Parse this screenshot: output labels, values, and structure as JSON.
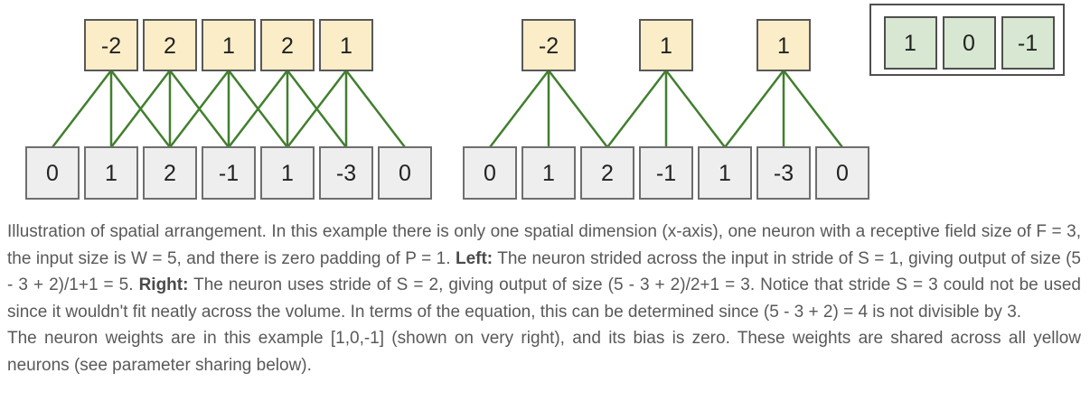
{
  "figure": {
    "stride1": {
      "outputs": [
        "-2",
        "2",
        "1",
        "2",
        "1"
      ],
      "inputs": [
        "0",
        "1",
        "2",
        "-1",
        "1",
        "-3",
        "0"
      ]
    },
    "stride2": {
      "outputs": [
        "-2",
        "1",
        "1"
      ],
      "inputs": [
        "0",
        "1",
        "2",
        "-1",
        "1",
        "-3",
        "0"
      ]
    },
    "weights": [
      "1",
      "0",
      "-1"
    ]
  },
  "caption": {
    "p1_intro": "Illustration of spatial arrangement. In this example there is only one spatial dimension (x-axis), one neuron with a receptive field size of F = 3, the input size is W = 5, and there is zero padding of P = 1. ",
    "left_label": "Left:",
    "p1_left": " The neuron strided across the input in stride of S = 1, giving output of size (5 - 3 + 2)/1+1 = 5. ",
    "right_label": "Right:",
    "p1_right": " The neuron uses stride of S = 2, giving output of size (5 - 3 + 2)/2+1 = 3. Notice that stride S = 3 could not be used since it wouldn't fit neatly across the volume. In terms of the equation, this can be determined since (5 - 3 + 2) = 4 is not divisible by 3.",
    "p2": "The neuron weights are in this example [1,0,-1] (shown on very right), and its bias is zero. These weights are shared across all yellow neurons (see parameter sharing below)."
  },
  "colors": {
    "neuron_fill": "#fbedc7",
    "input_fill": "#eeeeee",
    "weight_fill": "#d7e7d1",
    "connection_green": "#417f2e",
    "caption_text": "#595959"
  }
}
